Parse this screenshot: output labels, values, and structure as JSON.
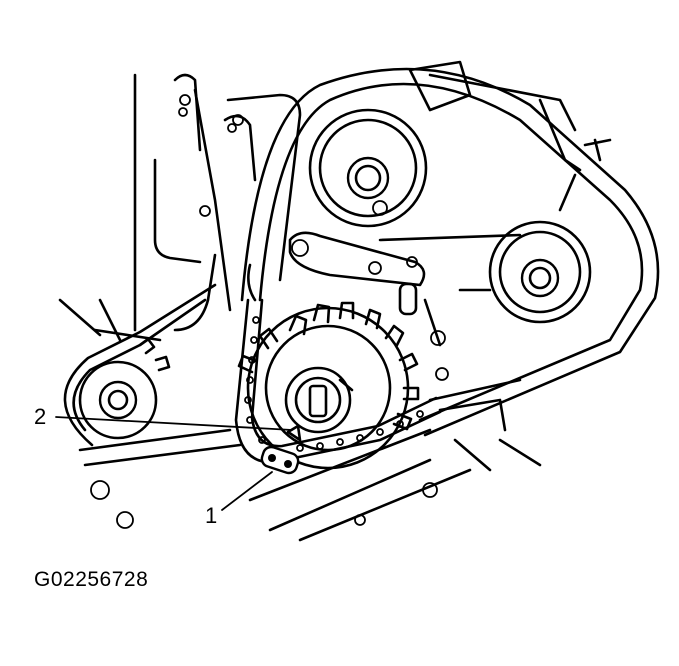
{
  "callouts": {
    "one": "1",
    "two": "2"
  },
  "figure_id": "G02256728",
  "icons": {
    "illustration": "timing-chain-sprocket-line-drawing"
  }
}
